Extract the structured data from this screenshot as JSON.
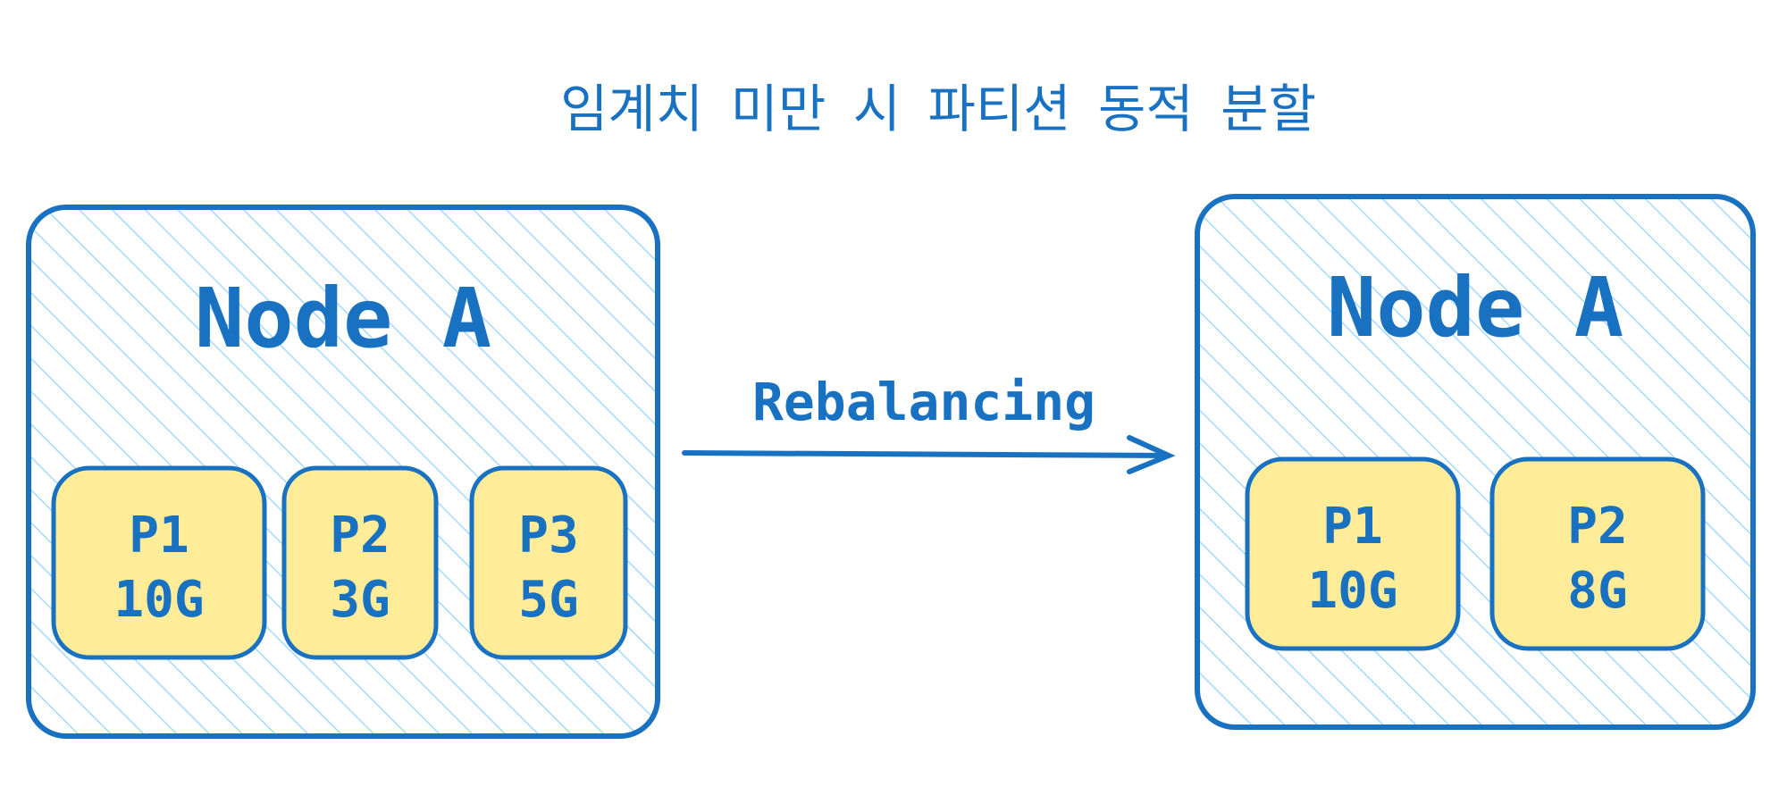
{
  "title": "임계치 미만 시 파티션 동적 분할",
  "colors": {
    "stroke": "#1971c2",
    "hatch": "#a5d8ff",
    "partition_fill": "#ffec99",
    "background": "#ffffff"
  },
  "edge": {
    "label": "Rebalancing",
    "icon": "arrow-right-icon"
  },
  "before": {
    "node_label": "Node A",
    "partitions": [
      {
        "name": "P1",
        "size": "10G"
      },
      {
        "name": "P2",
        "size": "3G"
      },
      {
        "name": "P3",
        "size": "5G"
      }
    ]
  },
  "after": {
    "node_label": "Node A",
    "partitions": [
      {
        "name": "P1",
        "size": "10G"
      },
      {
        "name": "P2",
        "size": "8G"
      }
    ]
  }
}
